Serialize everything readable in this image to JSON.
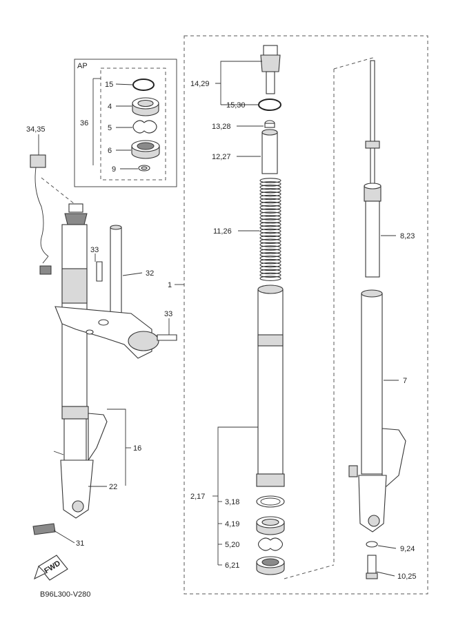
{
  "kit_box": {
    "title": "AP"
  },
  "labels": {
    "k15": "15",
    "k4": "4",
    "k36": "36",
    "k5": "5",
    "k6": "6",
    "k9": "9",
    "l3435": "34,35",
    "l33a": "33",
    "l32": "32",
    "l33b": "33",
    "l1": "1",
    "l16": "16",
    "l22": "22",
    "l31": "31",
    "l1429": "14,29",
    "l1530": "15,30",
    "l1328": "13,28",
    "l1227": "12,27",
    "l1126": "11,26",
    "l217": "2,17",
    "l318": "3,18",
    "l419": "4,19",
    "l520": "5,20",
    "l621": "6,21",
    "l823": "8,23",
    "l7": "7",
    "l924": "9,24",
    "l1025": "10,25"
  },
  "fwd_badge": "FWD",
  "figure_code": "B96L300-V280"
}
